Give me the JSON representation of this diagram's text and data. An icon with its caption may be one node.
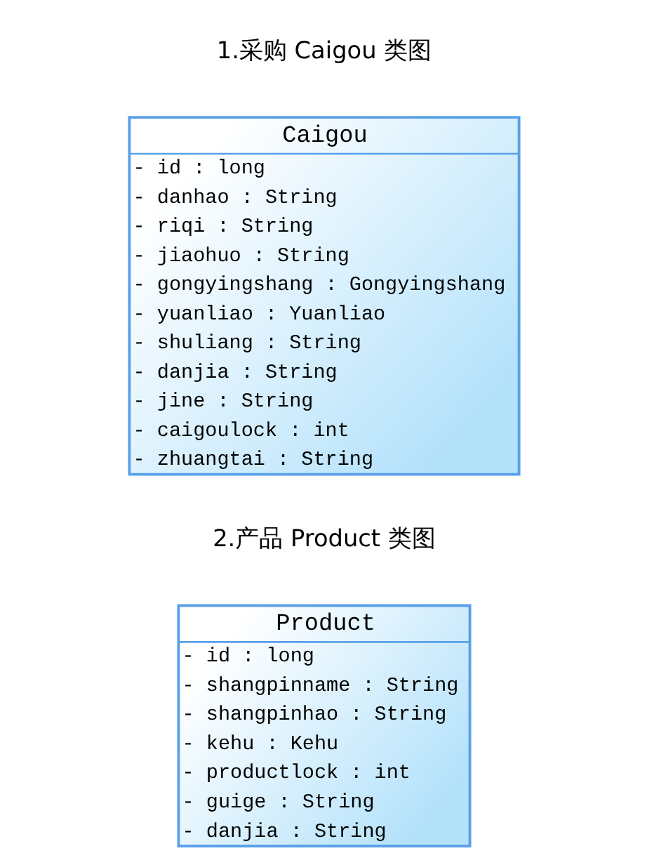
{
  "diagram": {
    "nodes": [
      {
        "text": [
          "Caigou",
          "- id : long",
          "- danhao : String",
          "- riqi : String",
          "- jiaohuo : String",
          "- gongyingshang : Gongyingshang",
          "- yuanliao : Yuanliao",
          "- shuliang : String",
          "- danjia : String",
          "- jine : String",
          "- caigoulock : int",
          "- zhuangtai : String"
        ]
      },
      {
        "text": [
          "Product",
          "- id : long",
          "- shangpinname : String",
          "- shangpinhao : String",
          "- kehu : Kehu",
          "- productlock : int",
          "- guige : String",
          "- danjia : String"
        ]
      }
    ],
    "edges": [],
    "labels": [
      "1.采购 Caigou 类图",
      "2.产品 Product 类图"
    ]
  }
}
